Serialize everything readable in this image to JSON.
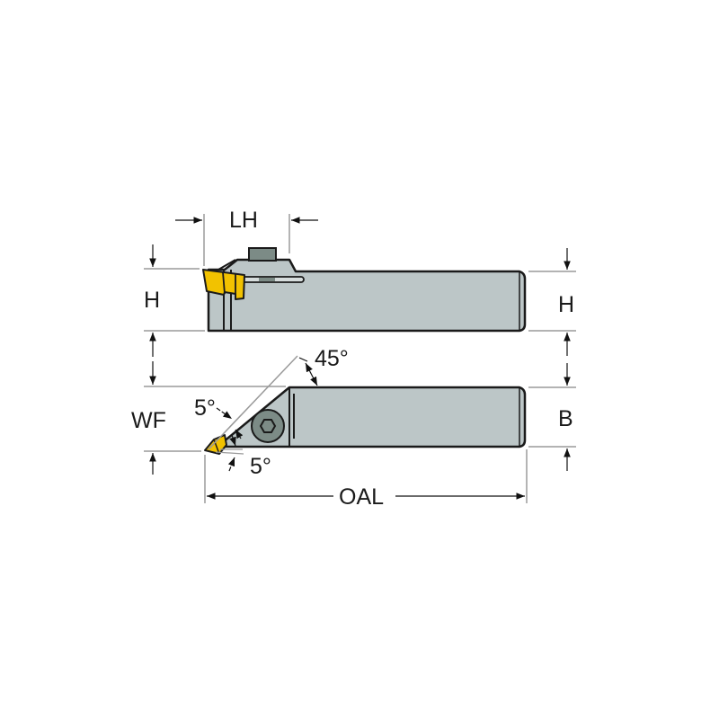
{
  "diagram": {
    "type": "technical-drawing",
    "subject": "grooving/turning tool holder with insert",
    "views": [
      "side-view",
      "top-view"
    ]
  },
  "labels": {
    "lh": "LH",
    "h_left": "H",
    "h_right": "H",
    "wf": "WF",
    "b": "B",
    "oal": "OAL",
    "angle_45": "45°",
    "angle_5_top": "5°",
    "angle_5_bottom": "5°"
  },
  "colors": {
    "body": "#bcc6c7",
    "outline": "#1a1a1a",
    "insert": "#f2c200",
    "clamp": "#7c8b86",
    "dim_line": "#9a9a9a",
    "text": "#1a1a1a"
  }
}
